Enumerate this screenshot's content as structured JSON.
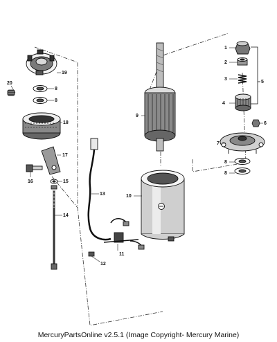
{
  "callouts": {
    "c1": "1",
    "c2": "2",
    "c3": "3",
    "c4": "4",
    "c5": "5",
    "c6": "6",
    "c7": "7",
    "c8a": "8",
    "c8b": "8",
    "c8c": "8",
    "c8d": "8",
    "c9": "9",
    "c10": "10",
    "c11": "11",
    "c12": "12",
    "c13": "13",
    "c14": "14",
    "c15": "15",
    "c16": "16",
    "c17": "17",
    "c18": "18",
    "c19": "19",
    "c20": "20"
  },
  "footer": {
    "text": "MercuryPartsOnline v2.5.1 (Image Copyright- Mercury Marine)"
  }
}
